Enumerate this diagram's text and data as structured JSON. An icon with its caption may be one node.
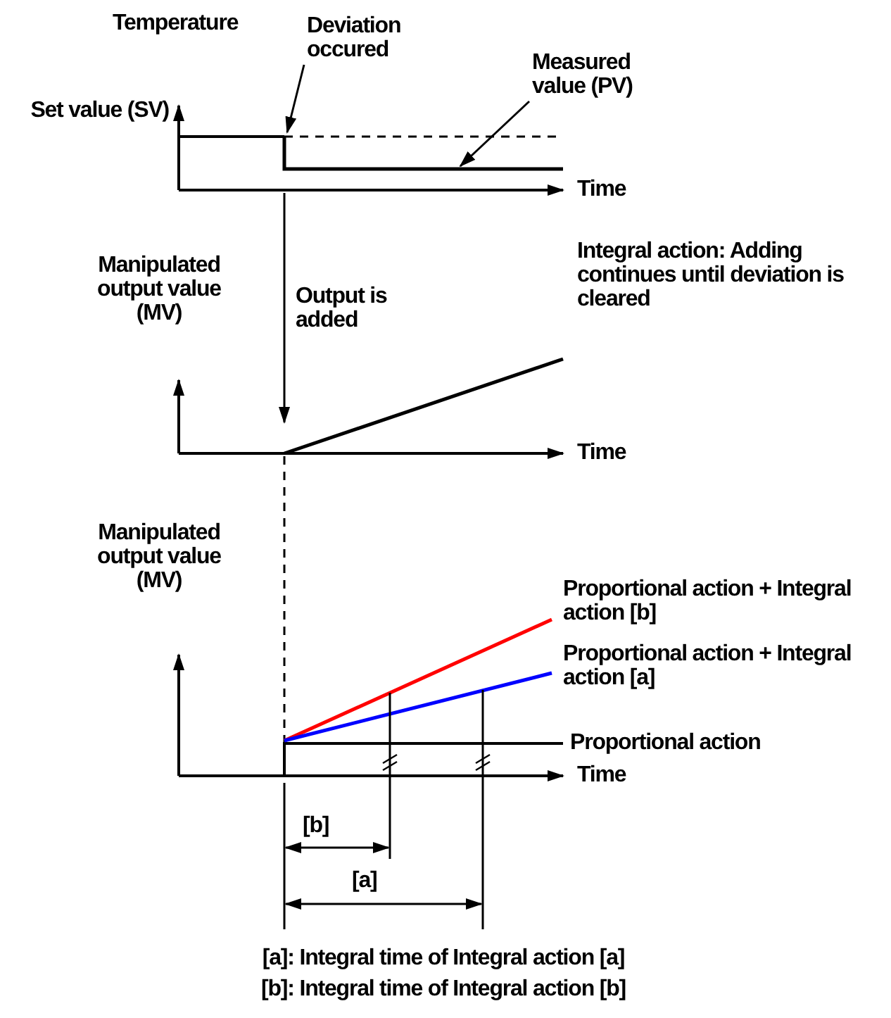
{
  "diagram": {
    "nodes": [
      {
        "text": [
          "Deviation occured"
        ]
      },
      {
        "text": [
          "Measured value (PV)"
        ]
      }
    ],
    "edges": [
      {
        "from": 0,
        "to": null,
        "arrow": "to"
      },
      {
        "from": 1,
        "to": null,
        "arrow": "to"
      }
    ],
    "labels": [
      "Temperature",
      "Set value (SV)",
      "Time",
      "Manipulated output value (MV)",
      "Output is added",
      "Integral action: Adding continues until deviation is cleared",
      "Time",
      "Manipulated output value (MV)",
      "Proportional action + Integral action [b]",
      "Proportional action + Integral action [a]",
      "Proportional action",
      "Time",
      "[b]",
      "[a]",
      "[a]: Integral time of Integral action [a]",
      "[b]: Integral time of Integral action [b]"
    ]
  }
}
